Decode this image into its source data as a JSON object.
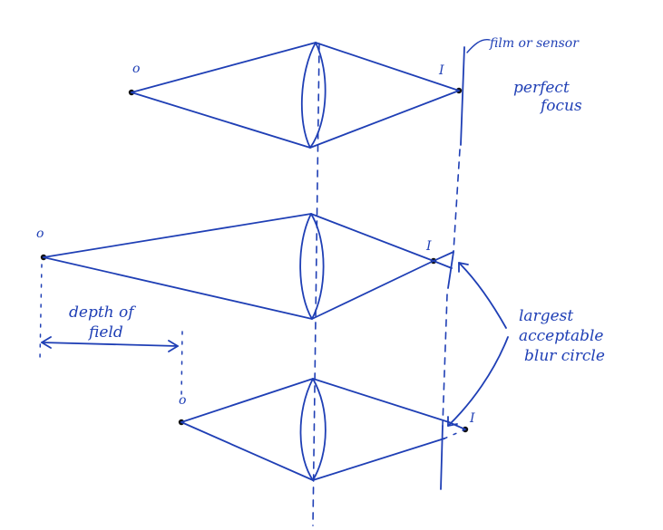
{
  "labels": {
    "object": "o",
    "image": "I",
    "film_or_sensor": "film or sensor",
    "perfect_focus_line1": "perfect",
    "perfect_focus_line2": "focus",
    "depth_of_field_line1": "depth of",
    "depth_of_field_line2": "field",
    "blur_circle_line1": "largest",
    "blur_circle_line2": "acceptable",
    "blur_circle_line3": "blur circle"
  },
  "colors": {
    "ink": "#1f3fb5",
    "points": "#111111",
    "background": "#ffffff"
  }
}
